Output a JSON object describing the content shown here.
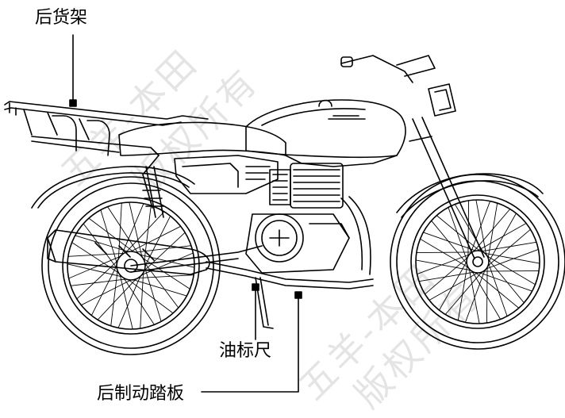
{
  "labels": {
    "rear_rack": "后货架",
    "oil_dipstick": "油标尺",
    "rear_brake_pedal": "后制动踏板"
  },
  "watermark": {
    "line1": "五羊-本田",
    "line2": "版权所有"
  },
  "colors": {
    "line": "#000000",
    "background": "#ffffff"
  }
}
